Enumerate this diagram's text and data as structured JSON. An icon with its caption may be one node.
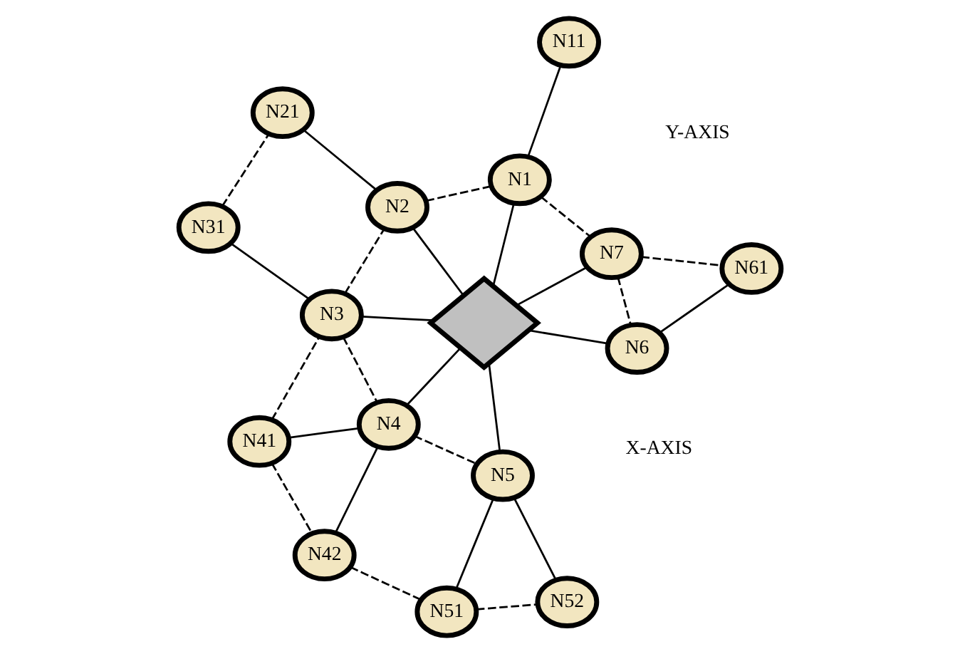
{
  "diagram": {
    "nodes": [
      {
        "text": [
          "N41"
        ]
      },
      {
        "text": [
          "N42"
        ]
      },
      {
        "text": [
          "N51"
        ]
      },
      {
        "text": [
          "N31"
        ]
      },
      {
        "text": [
          "N4"
        ]
      },
      {
        "text": [
          "N3"
        ]
      },
      {
        "text": [
          "N5"
        ]
      },
      {
        "text": [
          "N52"
        ]
      },
      {
        "text": [],
        "shape": "diamond"
      },
      {
        "text": [
          "N21"
        ]
      },
      {
        "text": [
          "N2"
        ]
      },
      {
        "text": [
          "N1"
        ]
      },
      {
        "text": [
          "N7"
        ]
      },
      {
        "text": [
          "N6"
        ]
      },
      {
        "text": [
          "N11"
        ]
      },
      {
        "text": [
          "N61"
        ]
      }
    ],
    "edges": [
      {
        "from": 0,
        "to": 1,
        "arrow": "none",
        "style": "dashed"
      },
      {
        "from": 1,
        "to": 2,
        "arrow": "none",
        "style": "dashed"
      },
      {
        "from": 0,
        "to": 4,
        "arrow": "none"
      },
      {
        "from": 1,
        "to": 4,
        "arrow": "none"
      },
      {
        "from": 0,
        "to": 5,
        "arrow": "none",
        "style": "dashed"
      },
      {
        "from": 2,
        "to": 7,
        "arrow": "none",
        "style": "dashed"
      },
      {
        "from": 2,
        "to": 6,
        "arrow": "none"
      },
      {
        "from": 3,
        "to": 5,
        "arrow": "none"
      },
      {
        "from": 3,
        "to": 9,
        "arrow": "none",
        "style": "dashed"
      },
      {
        "from": 5,
        "to": 4,
        "arrow": "none",
        "style": "dashed"
      },
      {
        "from": 4,
        "to": 6,
        "arrow": "none",
        "style": "dashed"
      },
      {
        "from": 6,
        "to": 7,
        "arrow": "none"
      },
      {
        "from": 4,
        "to": 8,
        "arrow": "none"
      },
      {
        "from": 6,
        "to": 8,
        "arrow": "none"
      },
      {
        "from": 5,
        "to": 8,
        "arrow": "none"
      },
      {
        "from": 5,
        "to": 10,
        "arrow": "none",
        "style": "dashed"
      },
      {
        "from": 9,
        "to": 10,
        "arrow": "none"
      },
      {
        "from": 10,
        "to": 8,
        "arrow": "none"
      },
      {
        "from": 10,
        "to": 11,
        "arrow": "none",
        "style": "dashed"
      },
      {
        "from": 11,
        "to": 8,
        "arrow": "none"
      },
      {
        "from": 12,
        "to": 8,
        "arrow": "none"
      },
      {
        "from": 13,
        "to": 8,
        "arrow": "none"
      },
      {
        "from": 11,
        "to": 12,
        "arrow": "none",
        "style": "dashed"
      },
      {
        "from": 12,
        "to": 13,
        "arrow": "none",
        "style": "dashed"
      },
      {
        "from": 11,
        "to": 14,
        "arrow": "none"
      },
      {
        "from": 12,
        "to": 15,
        "arrow": "none",
        "style": "dashed"
      },
      {
        "from": 13,
        "to": 15,
        "arrow": "none"
      }
    ],
    "labels": [
      "X-AXIS",
      "Y-AXIS"
    ]
  }
}
